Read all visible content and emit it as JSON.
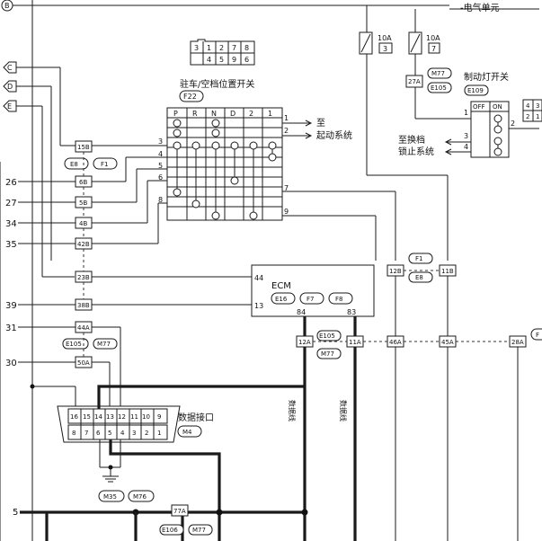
{
  "header": {
    "terminal_b": "B",
    "title_right": "-电气单元"
  },
  "left_terminals": [
    "C",
    "D",
    "E"
  ],
  "left_numbers": [
    "26",
    "27",
    "34",
    "35",
    "39",
    "31",
    "30",
    "5"
  ],
  "fuses": [
    {
      "rating": "10A",
      "number": "3"
    },
    {
      "rating": "10A",
      "number": "7"
    }
  ],
  "connector_top": {
    "row1": [
      "3",
      "1",
      "2",
      "7",
      "8"
    ],
    "row2": [
      "4",
      "5",
      "9",
      "6"
    ]
  },
  "switch": {
    "title": "驻车/空档位置开关",
    "connector": "F22",
    "positions": [
      "P",
      "R",
      "N",
      "D",
      "2",
      "1"
    ],
    "pin_left": [
      "3",
      "4",
      "5",
      "6",
      "8"
    ],
    "pin_right": [
      "1",
      "2",
      "7",
      "9"
    ],
    "to_label_1": "至",
    "to_label_2": "起动系统"
  },
  "brake": {
    "title": "制动灯开关",
    "connector": "E109",
    "conn_27a": "27A",
    "conn_m77": "M77",
    "conn_e105": "E105",
    "off": "OFF",
    "on": "ON",
    "pin_1": "1",
    "pin_2": "2",
    "pin_3": "3",
    "pin_4": "4",
    "to_label_1": "至换档",
    "to_label_2": "锁止系统",
    "side_1": "4",
    "side_2": "3",
    "side_3": "2",
    "side_4": "1"
  },
  "left_connectors": {
    "c15b": "15B",
    "e8": "E8",
    "f1": "F1",
    "c6b": "6B",
    "c5b": "5B",
    "c4b": "4B",
    "c42b": "42B",
    "c23b": "23B",
    "c38b": "38B",
    "c44a": "44A",
    "e105": "E105",
    "m77": "M77",
    "c50a": "50A"
  },
  "ecm": {
    "title": "ECM",
    "conn_1": "E16",
    "conn_2": "F7",
    "conn_3": "F8",
    "pin_44": "44",
    "pin_13": "13",
    "pin_84": "84",
    "pin_83": "83"
  },
  "right_connectors": {
    "c12b": "12B",
    "c11b": "11B",
    "f1": "F1",
    "e8": "E8",
    "c12a": "12A",
    "c11a": "11A",
    "e105": "E105",
    "m77": "M77",
    "c46a": "46A",
    "c45a": "45A",
    "c28a": "28A",
    "edge_f": "F"
  },
  "wire_labels": {
    "data_line_1": "数据线",
    "data_line_2": "数据线"
  },
  "dlc": {
    "title": "数据接口",
    "connector": "M4",
    "row1": [
      "16",
      "15",
      "14",
      "13",
      "12",
      "11",
      "10",
      "9"
    ],
    "row2": [
      "8",
      "7",
      "6",
      "5",
      "4",
      "3",
      "2",
      "1"
    ],
    "ground_1": "M35",
    "ground_2": "M76"
  },
  "bottom": {
    "c77a": "77A",
    "e106": "E106",
    "m77": "M77"
  }
}
